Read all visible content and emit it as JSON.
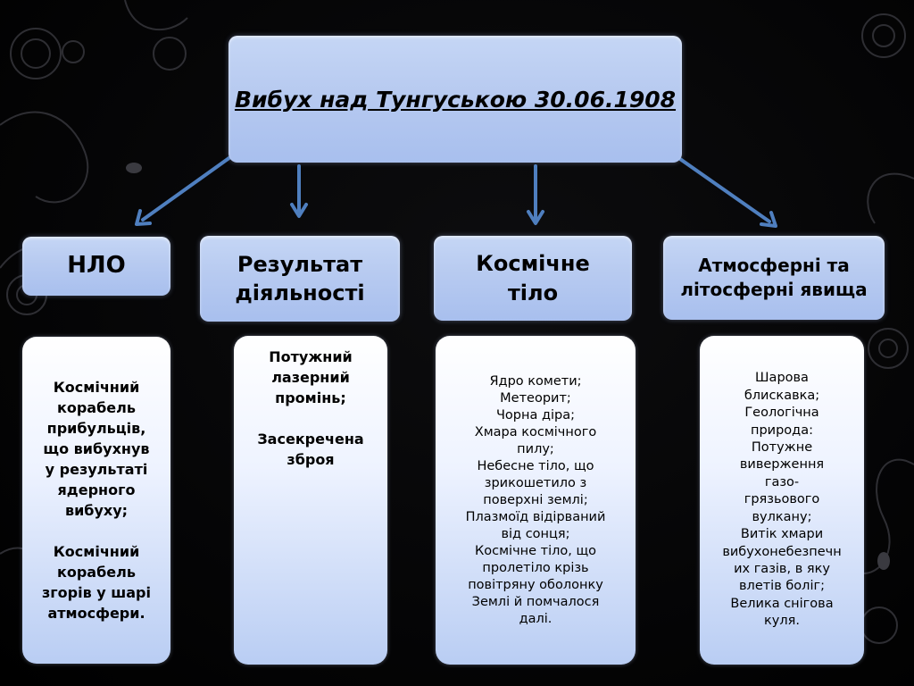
{
  "title": "Вибух над Тунгуською 30.06.1908",
  "categories": [
    {
      "label": "НЛО",
      "items": [
        "Космічний",
        "корабель",
        "прибульців,",
        "що вибухнув",
        "у результаті",
        "ядерного",
        "вибуху;",
        "",
        "Космічний",
        "корабель",
        "згорів у шарі",
        "атмосфери."
      ]
    },
    {
      "label": "Результат діяльності",
      "items": [
        "Потужний",
        "лазерний",
        "промінь;",
        "",
        "Засекречена",
        "зброя"
      ]
    },
    {
      "label": "Космічне тіло",
      "items": [
        "Ядро комети;",
        "Метеорит;",
        "Чорна діра;",
        "Хмара космічного",
        "пилу;",
        "Небесне тіло, що",
        "зрикошетило з",
        "поверхні землі;",
        "Плазмоїд відірваний",
        "від сонця;",
        "Космічне тіло, що",
        "пролетіло крізь",
        "повітряну оболонку",
        "Землі й помчалося",
        "далі."
      ]
    },
    {
      "label": "Атмосферні та літосферні явища",
      "items": [
        "Шарова",
        "блискавка;",
        "Геологічна",
        "природа:",
        "Потужне",
        "виверження",
        "газо-",
        "грязьового",
        "вулкану;",
        "Витік хмари",
        "вибухонебезпечн",
        "их газів, в яку",
        "влетів боліг;",
        "Велика снігова",
        "куля."
      ]
    }
  ],
  "colors": {
    "box": "#b7caf0",
    "arrow": "#4f7fbf",
    "background": "#000000"
  }
}
